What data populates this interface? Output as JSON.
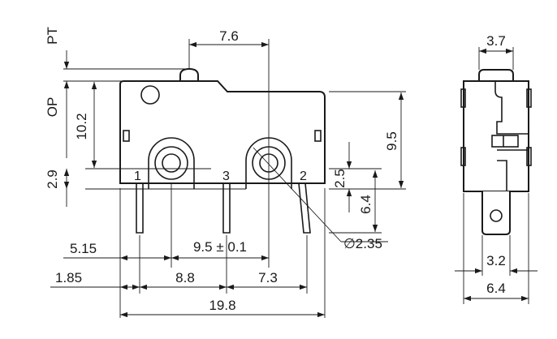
{
  "front_view": {
    "dimensions": {
      "pt": "PT",
      "op": "OP",
      "d_7_6": "7.6",
      "d_10_2": "10.2",
      "d_2_9": "2.9",
      "d_9_5_height": "9.5",
      "d_2_5": "2.5",
      "d_6_4": "6.4",
      "d_5_15": "5.15",
      "d_9_5_tol": "9.5 ± 0.1",
      "d_dia": "∅2.35",
      "d_1_85": "1.85",
      "d_8_8": "8.8",
      "d_7_3": "7.3",
      "d_19_8": "19.8"
    },
    "pins": {
      "p1": "1",
      "p2": "2",
      "p3": "3"
    }
  },
  "side_view": {
    "dimensions": {
      "d_3_7": "3.7",
      "d_3_2": "3.2",
      "d_6_4": "6.4"
    }
  }
}
